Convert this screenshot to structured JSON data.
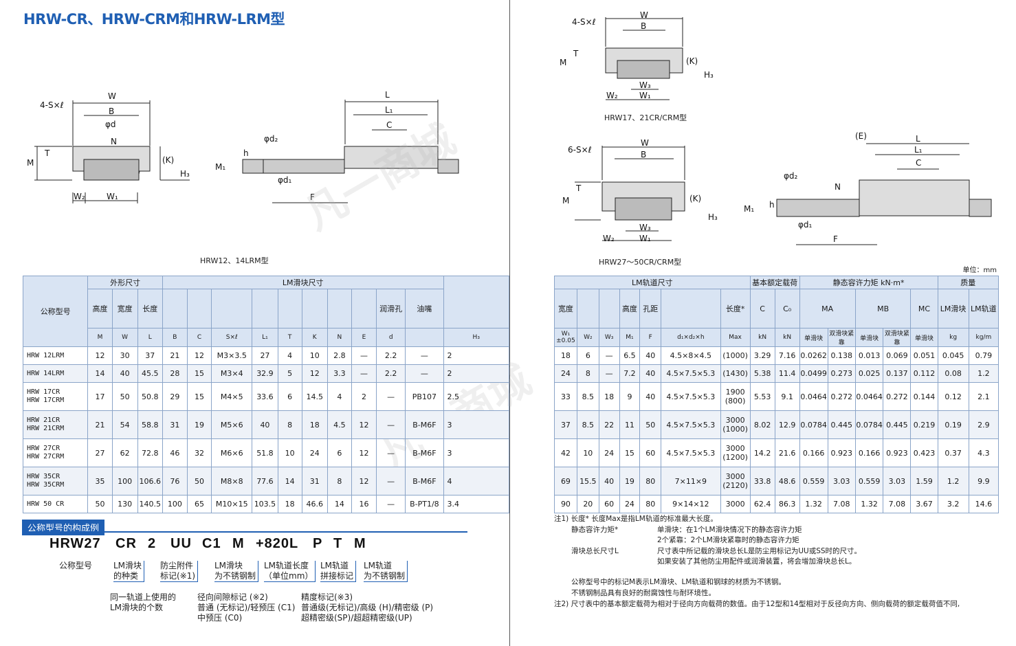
{
  "title": "HRW-CR、HRW-CRM和HRW-LRM型",
  "captions": {
    "left": "HRW12、14LRM型",
    "right_top": "HRW17、21CR/CRM型",
    "right_bottom": "HRW27～50CR/CRM型"
  },
  "diagram_labels": {
    "hole": "4-S×ℓ",
    "hole6": "6-S×ℓ",
    "W": "W",
    "B": "B",
    "d": "φd",
    "N": "N",
    "T": "T",
    "M": "M",
    "K": "(K)",
    "H3": "H₃",
    "W2": "W₂",
    "W1": "W₁",
    "W3": "W₃",
    "L": "L",
    "L1": "L₁",
    "C": "C",
    "d2": "φd₂",
    "d1": "φd₁",
    "h": "h",
    "M1": "M₁",
    "F": "F",
    "E": "(E)"
  },
  "unit_note": "单位：mm",
  "table": {
    "left_headers": {
      "model": "公称型号",
      "outer": "外形尺寸",
      "block": "LM滑块尺寸",
      "height": "高度",
      "width": "宽度",
      "length": "长度",
      "lube": "润滑孔",
      "nipple": "油嘴",
      "M": "M",
      "W": "W",
      "L": "L",
      "B": "B",
      "C": "C",
      "SxL": "S×ℓ",
      "L1": "L₁",
      "T": "T",
      "K": "K",
      "N": "N",
      "E": "E",
      "d": "d",
      "H3": "H₃"
    },
    "right_headers": {
      "rail": "LM轨道尺寸",
      "load": "基本额定载荷",
      "moment": "静态容许力矩 kN·m*",
      "mass": "质量",
      "width": "宽度",
      "height": "高度",
      "pitch": "孔距",
      "rail_len": "长度*",
      "W1": "W₁",
      "W1tol": "±0.05",
      "W2": "W₂",
      "W3": "W₃",
      "M1": "M₁",
      "F": "F",
      "d1d2h": "d₁×d₂×h",
      "max": "Max",
      "Cdyn": "C",
      "C0": "C₀",
      "MA": "MA",
      "MB": "MB",
      "MC": "MC",
      "single": "单滑块",
      "double": "双滑块紧靠",
      "lm_block": "LM滑块",
      "lm_rail": "LM轨道",
      "kN": "kN",
      "kg": "kg",
      "kgm": "kg/m"
    },
    "rows": [
      {
        "model": "HRW 12LRM",
        "M": "12",
        "W": "30",
        "L": "37",
        "B": "21",
        "C": "12",
        "S": "M3×3.5",
        "L1": "27",
        "T": "4",
        "K": "10",
        "N": "2.8",
        "E": "—",
        "d": "2.2",
        "nip": "—",
        "H3": "2",
        "W1": "18",
        "W2": "6",
        "W3": "—",
        "M1": "6.5",
        "F": "40",
        "dh": "4.5×8×4.5",
        "max": "(1000)",
        "Cd": "3.29",
        "C0": "7.16",
        "MAs": "0.0262",
        "MAd": "0.138",
        "MBs": "0.013",
        "MBd": "0.069",
        "MC": "0.051",
        "kg": "0.045",
        "kgm": "0.79"
      },
      {
        "model": "HRW 14LRM",
        "M": "14",
        "W": "40",
        "L": "45.5",
        "B": "28",
        "C": "15",
        "S": "M3×4",
        "L1": "32.9",
        "T": "5",
        "K": "12",
        "N": "3.3",
        "E": "—",
        "d": "2.2",
        "nip": "—",
        "H3": "2",
        "W1": "24",
        "W2": "8",
        "W3": "—",
        "M1": "7.2",
        "F": "40",
        "dh": "4.5×7.5×5.3",
        "max": "(1430)",
        "Cd": "5.38",
        "C0": "11.4",
        "MAs": "0.0499",
        "MAd": "0.273",
        "MBs": "0.025",
        "MBd": "0.137",
        "MC": "0.112",
        "kg": "0.08",
        "kgm": "1.2"
      },
      {
        "model": "HRW 17CR\nHRW 17CRM",
        "M": "17",
        "W": "50",
        "L": "50.8",
        "B": "29",
        "C": "15",
        "S": "M4×5",
        "L1": "33.6",
        "T": "6",
        "K": "14.5",
        "N": "4",
        "E": "2",
        "d": "—",
        "nip": "PB107",
        "H3": "2.5",
        "W1": "33",
        "W2": "8.5",
        "W3": "18",
        "M1": "9",
        "F": "40",
        "dh": "4.5×7.5×5.3",
        "max": "1900\n(800)",
        "Cd": "5.53",
        "C0": "9.1",
        "MAs": "0.0464",
        "MAd": "0.272",
        "MBs": "0.0464",
        "MBd": "0.272",
        "MC": "0.144",
        "kg": "0.12",
        "kgm": "2.1"
      },
      {
        "model": "HRW 21CR\nHRW 21CRM",
        "M": "21",
        "W": "54",
        "L": "58.8",
        "B": "31",
        "C": "19",
        "S": "M5×6",
        "L1": "40",
        "T": "8",
        "K": "18",
        "N": "4.5",
        "E": "12",
        "d": "—",
        "nip": "B-M6F",
        "H3": "3",
        "W1": "37",
        "W2": "8.5",
        "W3": "22",
        "M1": "11",
        "F": "50",
        "dh": "4.5×7.5×5.3",
        "max": "3000\n(1000)",
        "Cd": "8.02",
        "C0": "12.9",
        "MAs": "0.0784",
        "MAd": "0.445",
        "MBs": "0.0784",
        "MBd": "0.445",
        "MC": "0.219",
        "kg": "0.19",
        "kgm": "2.9"
      },
      {
        "model": "HRW 27CR\nHRW 27CRM",
        "M": "27",
        "W": "62",
        "L": "72.8",
        "B": "46",
        "C": "32",
        "S": "M6×6",
        "L1": "51.8",
        "T": "10",
        "K": "24",
        "N": "6",
        "E": "12",
        "d": "—",
        "nip": "B-M6F",
        "H3": "3",
        "W1": "42",
        "W2": "10",
        "W3": "24",
        "M1": "15",
        "F": "60",
        "dh": "4.5×7.5×5.3",
        "max": "3000\n(1200)",
        "Cd": "14.2",
        "C0": "21.6",
        "MAs": "0.166",
        "MAd": "0.923",
        "MBs": "0.166",
        "MBd": "0.923",
        "MC": "0.423",
        "kg": "0.37",
        "kgm": "4.3"
      },
      {
        "model": "HRW 35CR\nHRW 35CRM",
        "M": "35",
        "W": "100",
        "L": "106.6",
        "B": "76",
        "C": "50",
        "S": "M8×8",
        "L1": "77.6",
        "T": "14",
        "K": "31",
        "N": "8",
        "E": "12",
        "d": "—",
        "nip": "B-M6F",
        "H3": "4",
        "W1": "69",
        "W2": "15.5",
        "W3": "40",
        "M1": "19",
        "F": "80",
        "dh": "7×11×9",
        "max": "3000\n(2120)",
        "Cd": "33.8",
        "C0": "48.6",
        "MAs": "0.559",
        "MAd": "3.03",
        "MBs": "0.559",
        "MBd": "3.03",
        "MC": "1.59",
        "kg": "1.2",
        "kgm": "9.9"
      },
      {
        "model": "HRW 50 CR",
        "M": "50",
        "W": "130",
        "L": "140.5",
        "B": "100",
        "C": "65",
        "S": "M10×15",
        "L1": "103.5",
        "T": "18",
        "K": "46.6",
        "N": "14",
        "E": "16",
        "d": "—",
        "nip": "B-PT1/8",
        "H3": "3.4",
        "W1": "90",
        "W2": "20",
        "W3": "60",
        "M1": "24",
        "F": "80",
        "dh": "9×14×12",
        "max": "3000",
        "Cd": "62.4",
        "C0": "86.3",
        "MAs": "1.32",
        "MAd": "7.08",
        "MBs": "1.32",
        "MBd": "7.08",
        "MC": "3.67",
        "kg": "3.2",
        "kgm": "14.6"
      }
    ]
  },
  "code_section": {
    "label": "公称型号的构成例",
    "parts": [
      "HRW27",
      "CR",
      "2",
      "UU",
      "C1",
      "M",
      "+820L",
      "P",
      "T",
      "M"
    ],
    "ann": {
      "model": "公称型号",
      "kind": "LM滑块\n的种类",
      "dust": "防尘附件\n标记(※1)",
      "ss": "LM滑块\n为不锈钢制",
      "len": "LM轨道长度\n（单位mm）",
      "join": "LM轨道\n拼接标记",
      "rail_ss": "LM轨道\n为不锈钢制",
      "count": "同一轨道上使用的\nLM滑块的个数",
      "clear": "径向间隙标记 (※2)\n普通 (无标记)/轻预压 (C1)\n中预压 (C0)",
      "prec": "精度标记(※3)\n普通级(无标记)/高级 (H)/精密级 (P)\n超精密级(SP)/超超精密级(UP)"
    }
  },
  "notes": [
    "注1) 长度* 长度Max是指LM轨道的标准最大长度。",
    "静态容许力矩*",
    "单滑块：在1个LM滑块情况下的静态容许力矩",
    "2个紧靠：2个LM滑块紧靠时的静态容许力矩",
    "滑块总长尺寸L",
    "尺寸表中所记载的滑块总长L是防尘用标记为UU或SS时的尺寸。",
    "如果安装了其他防尘用配件或润滑装置，将会增加滑块总长L。",
    "公称型号中的标记M表示LM滑块、LM轨道和钢球的材质为不锈钢。",
    "不锈钢制品具有良好的耐腐蚀性与耐环境性。",
    "注2) 尺寸表中的基本额定载荷为相对于径向方向载荷的数值。由于12型和14型相对于反径向方向、侧向载荷的额定载荷值不同,"
  ],
  "watermark": "凡一商城"
}
